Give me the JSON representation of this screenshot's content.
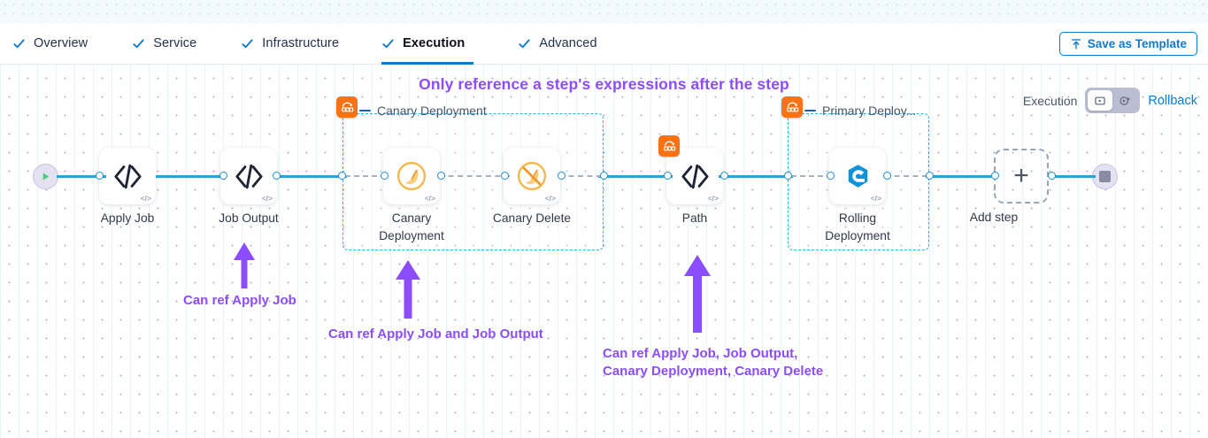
{
  "header": {
    "tabs": [
      {
        "label": "Overview",
        "active": false,
        "icon": "check-icon"
      },
      {
        "label": "Service",
        "active": false,
        "icon": "check-icon"
      },
      {
        "label": "Infrastructure",
        "active": false,
        "icon": "check-icon"
      },
      {
        "label": "Execution",
        "active": true,
        "icon": "check-icon"
      },
      {
        "label": "Advanced",
        "active": false,
        "icon": "check-icon"
      }
    ],
    "save_as_template": "Save as Template",
    "save_icon": "upload-template-icon"
  },
  "canvas": {
    "headline": "Only reference a step's expressions after the step",
    "execution_label": "Execution",
    "toggle": {
      "left_icon": "execution-view-icon",
      "right_icon": "rollback-view-icon",
      "selected": "left"
    },
    "rollback_link": "Rollback"
  },
  "pipeline": {
    "start_node": {
      "name": "start-node",
      "icon": "play-icon"
    },
    "end_node": {
      "name": "end-node",
      "icon": "stop-square-icon"
    },
    "nodes": [
      {
        "id": "apply-job",
        "label": "Apply Job",
        "icon": "code-icon",
        "badge": null
      },
      {
        "id": "job-output",
        "label": "Job Output",
        "icon": "code-icon",
        "badge": null
      },
      {
        "id": "canary-deployment",
        "label": "Canary\nDeployment",
        "icon": "canary-bird-icon",
        "badge": null
      },
      {
        "id": "canary-delete",
        "label": "Canary Delete",
        "icon": "canary-bird-delete-icon",
        "badge": null
      },
      {
        "id": "path",
        "label": "Path",
        "icon": "code-icon",
        "badge": "rollback-badge-icon"
      },
      {
        "id": "rolling-deployment",
        "label": "Rolling\nDeployment",
        "icon": "rolling-swirl-icon",
        "badge": null
      }
    ],
    "add_step": {
      "label": "Add step",
      "icon": "plus-icon"
    },
    "groups": [
      {
        "id": "canary-deployment-group",
        "label": "Canary Deployment",
        "badge": "rollback-badge-icon"
      },
      {
        "id": "primary-deployment-group",
        "label": "Primary Deploy...",
        "badge": "rollback-badge-icon"
      }
    ]
  },
  "annotations": [
    {
      "id": "anno-apply-job",
      "text": "Can ref Apply Job"
    },
    {
      "id": "anno-canary-deployment",
      "text": "Can ref Apply Job and Job Output"
    },
    {
      "id": "anno-path",
      "text": "Can ref Apply Job, Job Output,\nCanary Deployment, Canary Delete"
    }
  ],
  "colors": {
    "accent_blue": "#0b7ad1",
    "connector_blue": "#29a3e0",
    "group_border": "#2bb3e8",
    "annotation_purple": "#8c4dff",
    "badge_orange": "#f97316",
    "canary_orange": "#f6b042"
  }
}
